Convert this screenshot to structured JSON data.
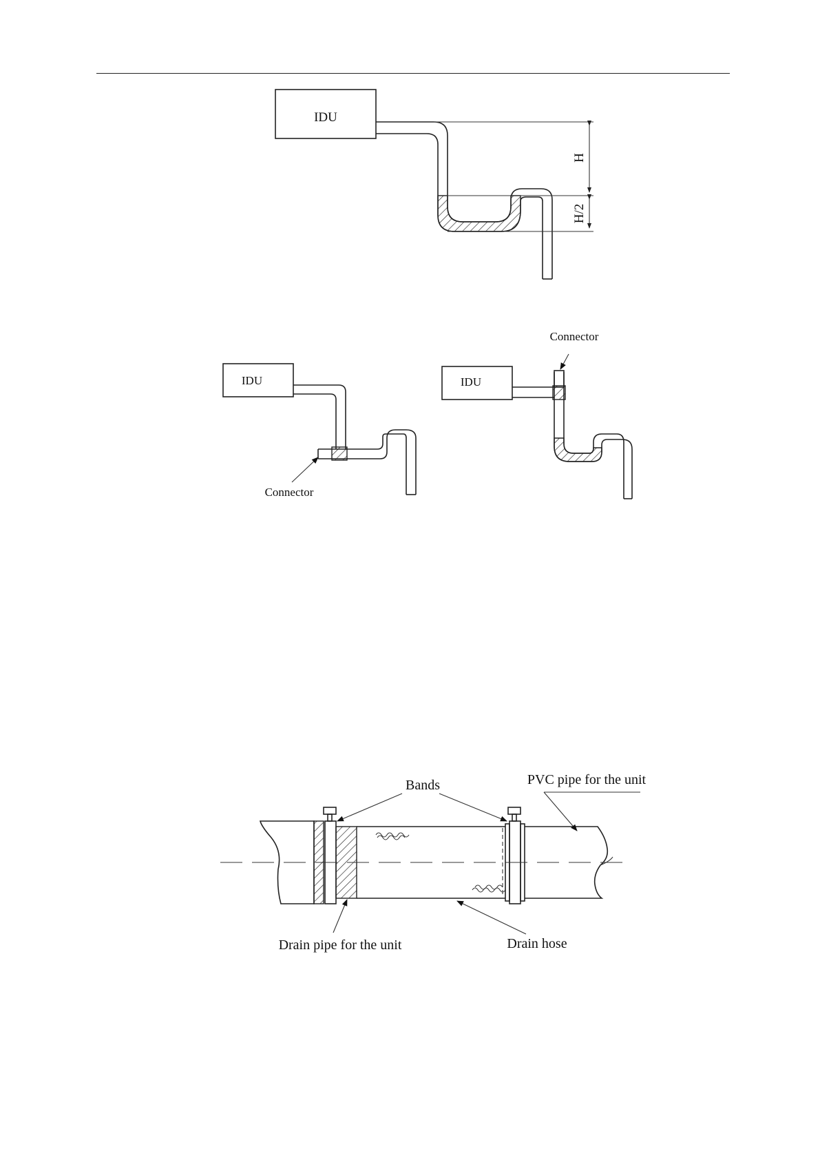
{
  "figure_trap": {
    "unit_label": "IDU",
    "height_label": "H",
    "half_height_label": "H/2"
  },
  "figure_connector_left": {
    "unit_label": "IDU",
    "connector_label": "Connector"
  },
  "figure_connector_right": {
    "unit_label": "IDU",
    "connector_label": "Connector"
  },
  "figure_hose": {
    "bands_label": "Bands",
    "pvc_pipe_label": "PVC pipe for the unit",
    "drain_pipe_label": "Drain pipe for the unit",
    "drain_hose_label": "Drain hose"
  }
}
